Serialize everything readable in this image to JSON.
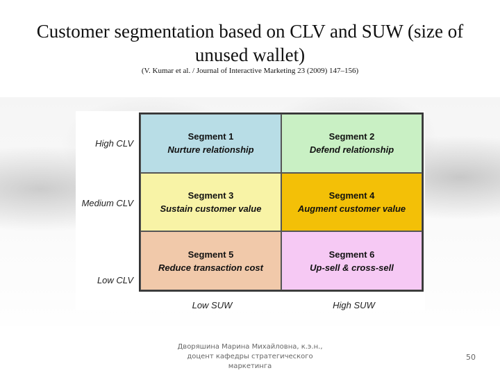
{
  "slide": {
    "title": "Customer segmentation based on CLV and SUW (size of unused wallet)",
    "citation": "(V. Kumar et al. / Journal of Interactive Marketing 23 (2009) 147–156)",
    "footer": "Дворяшина Марина Михайловна, к.э.н., доцент кафедры стратегического маркетинга",
    "page_number": "50"
  },
  "matrix": {
    "y_labels": [
      "High CLV",
      "Medium CLV",
      "Low CLV"
    ],
    "x_labels": [
      "Low SUW",
      "High SUW"
    ],
    "cells": [
      {
        "segment": "Segment 1",
        "label": "Nurture relationship",
        "color": "#b8dde6"
      },
      {
        "segment": "Segment 2",
        "label": "Defend relationship",
        "color": "#c9f0c4"
      },
      {
        "segment": "Segment 3",
        "label": "Sustain customer value",
        "color": "#f8f3a6"
      },
      {
        "segment": "Segment 4",
        "label": "Augment customer value",
        "color": "#f3c007"
      },
      {
        "segment": "Segment 5",
        "label": "Reduce transaction cost",
        "color": "#f1c9aa"
      },
      {
        "segment": "Segment 6",
        "label": "Up-sell & cross-sell",
        "color": "#f6c9f4"
      }
    ]
  }
}
